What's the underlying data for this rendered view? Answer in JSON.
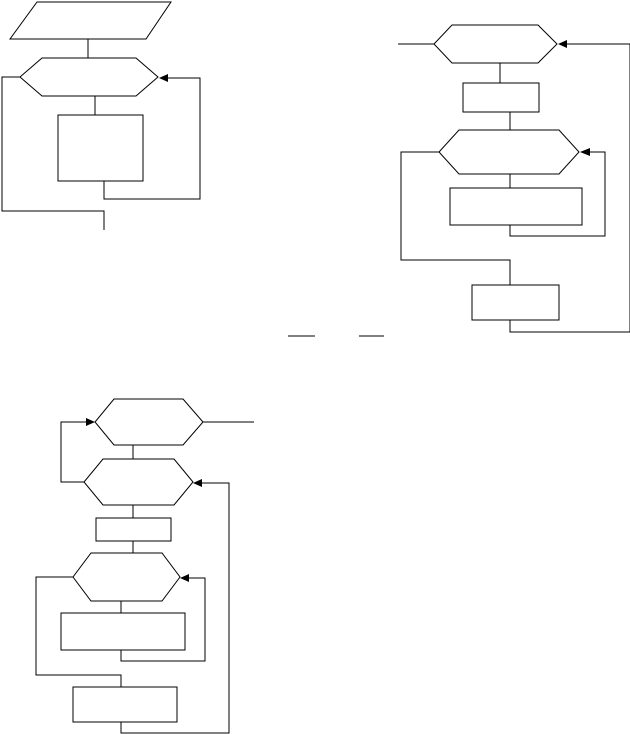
{
  "diagram": {
    "page_title": "",
    "flowcharts": [
      {
        "name": "flowchart-a",
        "blocks": [
          "io-parallelogram",
          "loop-hexagon",
          "body-rectangle"
        ],
        "feedback_arrow": "into-loop-right"
      },
      {
        "name": "flowchart-b",
        "blocks": [
          "outer-loop-hexagon",
          "process-rectangle",
          "inner-loop-hexagon",
          "inner-body-rectangle",
          "process-rectangle"
        ],
        "feedback_arrows": [
          "into-inner-loop-right",
          "into-outer-loop-right"
        ]
      },
      {
        "name": "flowchart-c",
        "blocks": [
          "outer-loop-hexagon",
          "middle-loop-hexagon",
          "process-rectangle",
          "inner-loop-hexagon",
          "inner-body-rectangle",
          "process-rectangle"
        ],
        "feedback_arrows": [
          "into-outer-loop-left",
          "into-middle-loop-right",
          "into-inner-loop-right"
        ]
      }
    ],
    "stroke_color": "#000000",
    "fill_color": "#ffffff"
  }
}
